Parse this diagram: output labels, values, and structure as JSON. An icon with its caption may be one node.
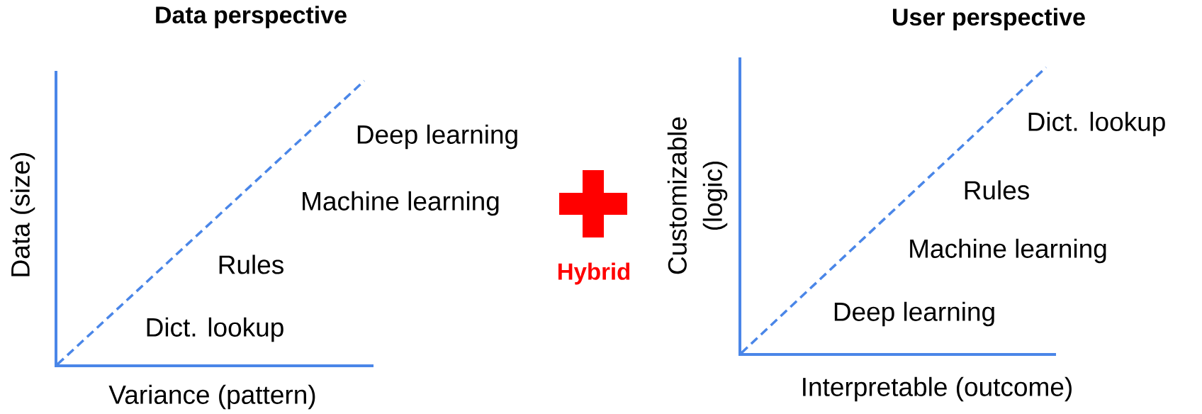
{
  "diagram": {
    "labels": [
      "Data perspective",
      "User perspective",
      "Data (size)",
      "Deep learning",
      "Machine learning",
      "Rules",
      "Dict. lookup",
      "Variance (pattern)",
      "Hybrid",
      "Customizable (logic)",
      "Dict. lookup",
      "Rules",
      "Machine learning",
      "Deep learning",
      "Interpretable (outcome)"
    ]
  }
}
